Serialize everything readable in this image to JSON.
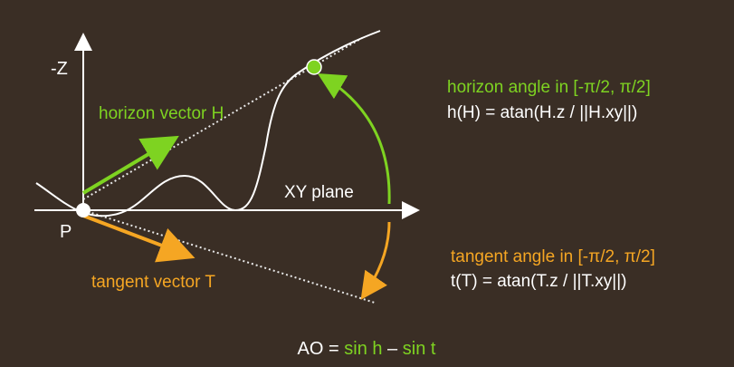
{
  "colors": {
    "background": "#3a2e25",
    "white": "#ffffff",
    "green": "#7ed321",
    "orange": "#f5a623",
    "dotted": "#e8e8e8"
  },
  "diagram": {
    "axis_z_label": "-Z",
    "point_label": "P",
    "plane_label": "XY plane",
    "horizon_vector_label": "horizon vector H",
    "tangent_vector_label": "tangent vector T"
  },
  "horizon_angle": {
    "title": "horizon angle in [-π/2, π/2]",
    "formula": "h(H) = atan(H.z / ||H.xy||)"
  },
  "tangent_angle": {
    "title": "tangent angle in [-π/2, π/2]",
    "formula": "t(T) = atan(T.z / ||T.xy||)"
  },
  "ao_formula": {
    "prefix": "AO = ",
    "term1": "sin h",
    "operator": " – ",
    "term2": "sin t"
  }
}
